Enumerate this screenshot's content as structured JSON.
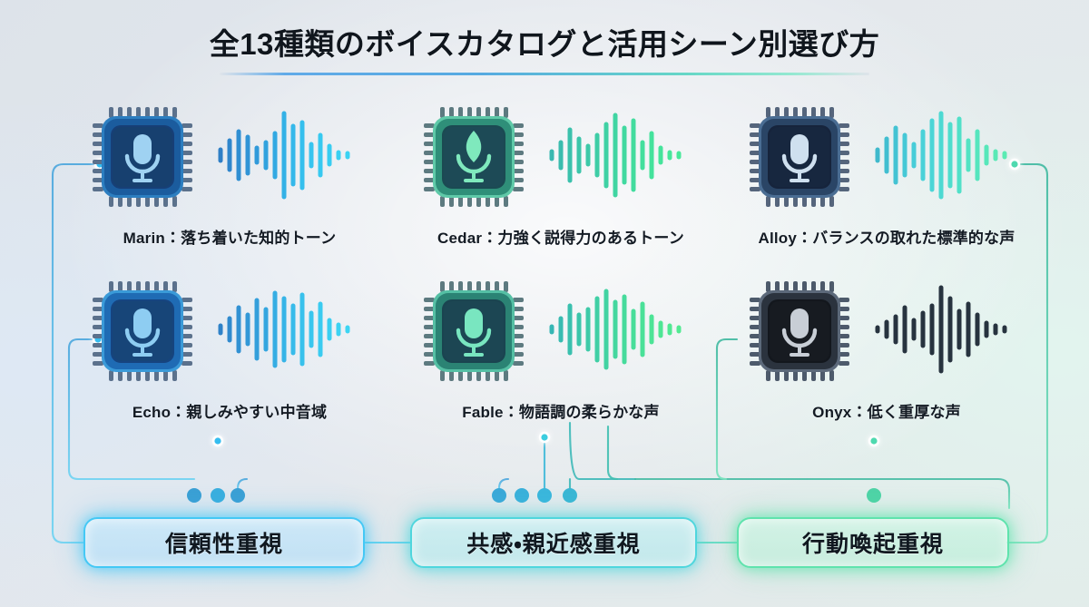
{
  "header": {
    "title": "全13種類のボイスカタログと活用シーン別選び方"
  },
  "voices": [
    {
      "id": "marin",
      "name": "Marin",
      "label": "Marin：落ち着いた知的トーン",
      "chip_icon": "microphone-chip-icon",
      "wave_icon": "waveform-icon",
      "chip_color": "#1d5fa8",
      "wave_color": "#2e8fd4"
    },
    {
      "id": "cedar",
      "name": "Cedar",
      "label": "Cedar：力強く説得力のあるトーン",
      "chip_icon": "microphone-chip-icon",
      "wave_icon": "waveform-icon",
      "chip_color": "#2f8f7a",
      "wave_color": "#3ec49f"
    },
    {
      "id": "alloy",
      "name": "Alloy",
      "label": "Alloy：バランスの取れた標準的な声",
      "chip_icon": "microphone-chip-icon",
      "wave_icon": "waveform-icon",
      "chip_color": "#24456e",
      "wave_color": "#49c8d8"
    },
    {
      "id": "echo",
      "name": "Echo",
      "label": "Echo：親しみやすい中音域",
      "chip_icon": "microphone-chip-icon",
      "wave_icon": "waveform-icon",
      "chip_color": "#1d63b0",
      "wave_color": "#35a6dd"
    },
    {
      "id": "fable",
      "name": "Fable",
      "label": "Fable：物語調の柔らかな声",
      "chip_icon": "microphone-chip-icon",
      "wave_icon": "waveform-icon",
      "chip_color": "#2a7f72",
      "wave_color": "#47c9a8"
    },
    {
      "id": "onyx",
      "name": "Onyx",
      "label": "Onyx：低く重厚な声",
      "chip_icon": "microphone-chip-icon",
      "wave_icon": "waveform-icon",
      "chip_color": "#161b22",
      "wave_color": "#2b3c4e"
    }
  ],
  "categories": [
    {
      "id": "trust",
      "label": "信頼性重視",
      "accent": "#44c8f5"
    },
    {
      "id": "empathy",
      "label": "共感・親近感重視",
      "accent": "#4fd6dd"
    },
    {
      "id": "action",
      "label": "行動喚起重視",
      "accent": "#5fe3ad"
    }
  ],
  "colors": {
    "background": "#dfe4ea",
    "title_text": "#10161d",
    "trace_blue": "#3f9fd8",
    "trace_green": "#4fc9a4"
  }
}
